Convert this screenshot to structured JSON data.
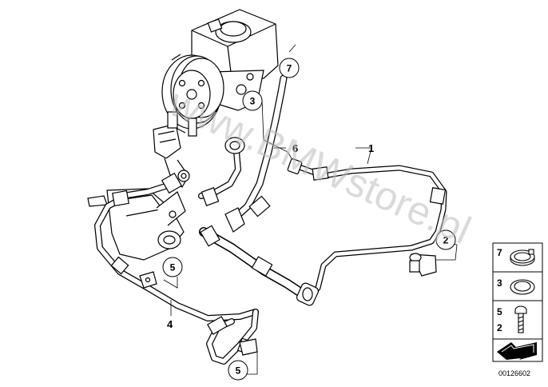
{
  "watermark": "www.BMWstore.pl",
  "doc_number": "00126602",
  "callouts": {
    "c7": "7",
    "c3": "3",
    "c5a": "5",
    "c5b": "5",
    "c2": "2"
  },
  "labels": {
    "l1": "1",
    "l6": "6",
    "l4": "4"
  },
  "legend": {
    "clamp": "7",
    "ring": "3",
    "bolt_top": "5",
    "bolt_bottom": "2"
  }
}
